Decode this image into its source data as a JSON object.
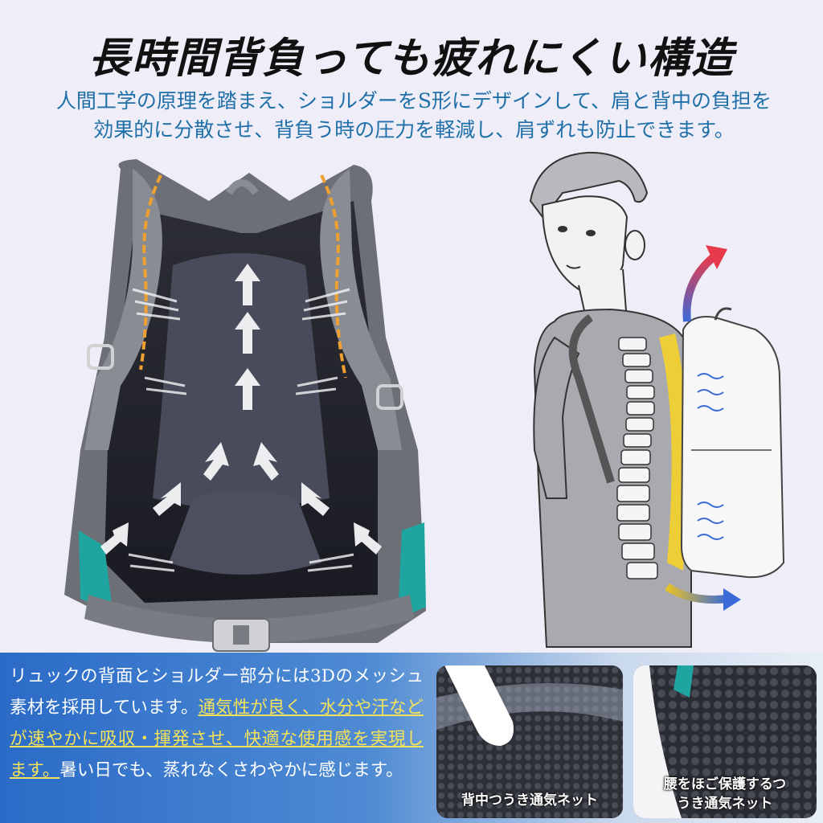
{
  "header": {
    "title": "長時間背負っても疲れにくい構造",
    "subtitle_line1": "人間工学の原理を踏まえ、ショルダーをS形にデザインして、肩と背中の負担を",
    "subtitle_line2": "効果的に分散させ、背負う時の圧力を軽減し、肩ずれも防止できます。"
  },
  "description": {
    "part1": "リュックの背面とショルダー部分には3Dのメッシュ素材を採用しています。",
    "highlight": "通気性が良く、水分や汗などが速やかに吸収・揮発させ、快適な使用感を実現します。",
    "part2": "暑い日でも、蒸れなくさわやかに感じます。"
  },
  "photos": {
    "back_mesh_caption": "背中つうき通気ネット",
    "waist_caption_line1": "腰をほご保護するつ",
    "waist_caption_line2": "うき通気ネット"
  },
  "colors": {
    "subtitle": "#1f6fa8",
    "highlight": "#f4e35a",
    "accent_orange": "#f0a030",
    "accent_teal": "#1fa5a0",
    "arrow_red": "#e83a4a",
    "arrow_blue": "#3a6ad8"
  }
}
